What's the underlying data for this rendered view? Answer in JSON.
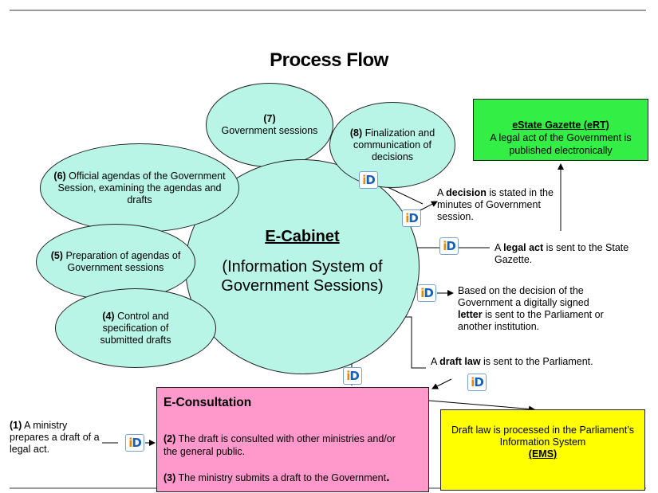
{
  "title": "Process Flow",
  "ellipses": {
    "e7": {
      "num": "(7)",
      "text": "Government sessions"
    },
    "e8": {
      "num": "(8)",
      "text": "Finalization and communication of decisions"
    },
    "e6": {
      "num": "(6)",
      "text": "Official agendas of the Government Session, examining the agendas and drafts"
    },
    "e5": {
      "num": "(5)",
      "text": "Preparation of agendas of Government sessions"
    },
    "e4": {
      "num": "(4)",
      "text": "Control and specification of submitted drafts"
    },
    "main": {
      "name": "E-Cabinet",
      "desc": "(Information System of Government Sessions)"
    }
  },
  "gazette": {
    "title": "eState Gazette (eRT)",
    "text": "A legal act of the Government is published electronically"
  },
  "econsultation": {
    "title": "E-Consultation",
    "step2_num": "(2)",
    "step2_text": "The draft is consulted with other ministries and/or the general public.",
    "step3_num": "(3)",
    "step3_text": "The ministry submits a draft to the Government",
    "step3_end": "."
  },
  "parliament": {
    "text": "Draft law is processed in the Parliament’s Information System",
    "ems": "(EMS)"
  },
  "step1": {
    "num": "(1)",
    "text": "A ministry prepares a draft of a legal act."
  },
  "notes": {
    "decision": {
      "pre": "A",
      "bold": "decision",
      "post": "is stated in the minutes of Government session."
    },
    "legal_act": {
      "pre": "A",
      "bold": "legal act",
      "post": "is sent to the State Gazette."
    },
    "letter": {
      "pre": "Based on the decision of the Government a digitally signed",
      "bold": "letter",
      "post": "is sent to the Parliament or another institution."
    },
    "draft_law": {
      "pre": "A",
      "bold": "draft law",
      "post": "is sent to the Parliament."
    }
  },
  "id_badge": {
    "i": "i",
    "d": "D",
    "icon": "id-card-icon"
  }
}
